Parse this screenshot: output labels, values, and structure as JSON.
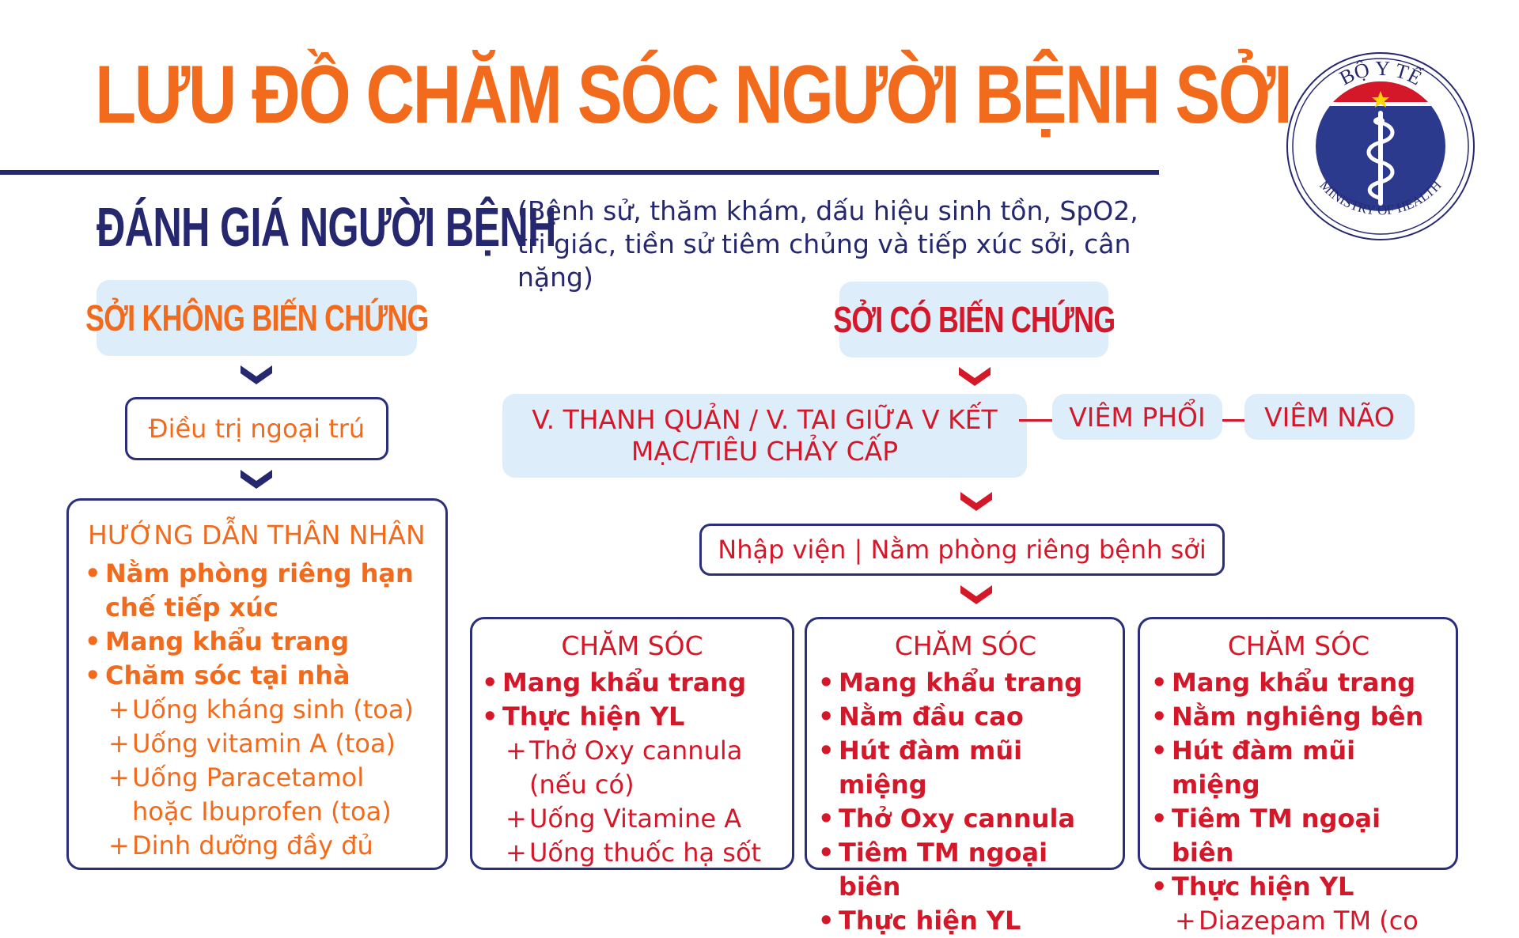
{
  "title": "LƯU ĐỒ CHĂM SÓC NGƯỜI BỆNH SỞI",
  "logo": {
    "top_text": "BỘ Y TẾ",
    "bottom_text": "MINISTRY OF HEALTH",
    "icon": "staff-of-asclepius-icon"
  },
  "assessment": {
    "heading": "ĐÁNH GIÁ NGƯỜI BỆNH",
    "note": "(Bệnh sử, thăm khám, dấu hiệu sinh tồn, SpO2, tri giác, tiền sử tiêm chủng và tiếp xúc sởi, cân nặng)"
  },
  "left": {
    "header": "SỞI KHÔNG BIẾN CHỨNG",
    "treatment": "Điều trị ngoại trú",
    "guide_title": "HƯỚNG DẪN THÂN NHÂN",
    "items": [
      {
        "level": 1,
        "text": "Nằm phòng riêng hạn chế tiếp xúc"
      },
      {
        "level": 1,
        "text": "Mang khẩu trang"
      },
      {
        "level": 1,
        "text": "Chăm sóc tại nhà"
      },
      {
        "level": 2,
        "text": "Uống kháng sinh (toa)"
      },
      {
        "level": 2,
        "text": "Uống vitamin A (toa)"
      },
      {
        "level": 2,
        "text": "Uống Paracetamol hoặc Ibuprofen (toa)"
      },
      {
        "level": 2,
        "text": "Dinh dưỡng đầy đủ"
      }
    ]
  },
  "right": {
    "header": "SỞI CÓ BIẾN CHỨNG",
    "complication_1": "V. THANH QUẢN / V. TAI GIỮA V KẾT MẠC/TIÊU CHẢY CẤP",
    "complication_2": "VIÊM PHỔI",
    "complication_3": "VIÊM NÃO",
    "admission": "Nhập viện | Nằm phòng riêng bệnh sởi",
    "care_columns": [
      {
        "title": "CHĂM SÓC",
        "items": [
          {
            "level": 1,
            "text": "Mang khẩu trang"
          },
          {
            "level": 1,
            "text": "Thực hiện YL"
          },
          {
            "level": 2,
            "text": "Thở Oxy cannula (nếu có)"
          },
          {
            "level": 2,
            "text": "Uống Vitamine A"
          },
          {
            "level": 2,
            "text": "Uống thuốc hạ sốt"
          }
        ]
      },
      {
        "title": "CHĂM SÓC",
        "items": [
          {
            "level": 1,
            "text": "Mang khẩu trang"
          },
          {
            "level": 1,
            "text": "Nằm đầu cao"
          },
          {
            "level": 1,
            "text": "Hút đàm mũi miệng"
          },
          {
            "level": 1,
            "text": "Thở Oxy cannula"
          },
          {
            "level": 1,
            "text": "Tiêm TM ngoại biên"
          },
          {
            "level": 1,
            "text": "Thực hiện YL"
          }
        ]
      },
      {
        "title": "CHĂM SÓC",
        "items": [
          {
            "level": 1,
            "text": "Mang khẩu trang"
          },
          {
            "level": 1,
            "text": "Nằm nghiêng bên"
          },
          {
            "level": 1,
            "text": "Hút đàm mũi miệng"
          },
          {
            "level": 1,
            "text": "Tiêm TM ngoại biên"
          },
          {
            "level": 1,
            "text": "Thực hiện YL"
          },
          {
            "level": 2,
            "text": "Diazepam TM (co"
          }
        ]
      }
    ]
  },
  "colors": {
    "orange": "#f26a1b",
    "red": "#d4182a",
    "navy": "#26286f",
    "lightblue": "#ddeefa"
  }
}
